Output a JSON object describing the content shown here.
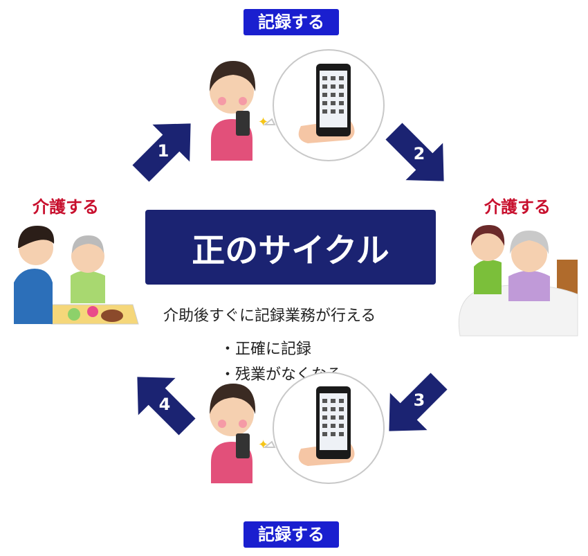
{
  "badges": {
    "record_top": "記録する",
    "record_bottom": "記録する"
  },
  "labels": {
    "care_left": "介護する",
    "care_right": "介護する"
  },
  "title": "正のサイクル",
  "description": "介助後すぐに記録業務が行える",
  "bullets": [
    "・正確に記録",
    "・残業がなくなる"
  ],
  "steps": [
    "1",
    "2",
    "3",
    "4"
  ],
  "colors": {
    "arrow": "#1b2372",
    "badge": "#1a1fcf",
    "care_text": "#c8102e",
    "title_bg": "#1b2372"
  }
}
